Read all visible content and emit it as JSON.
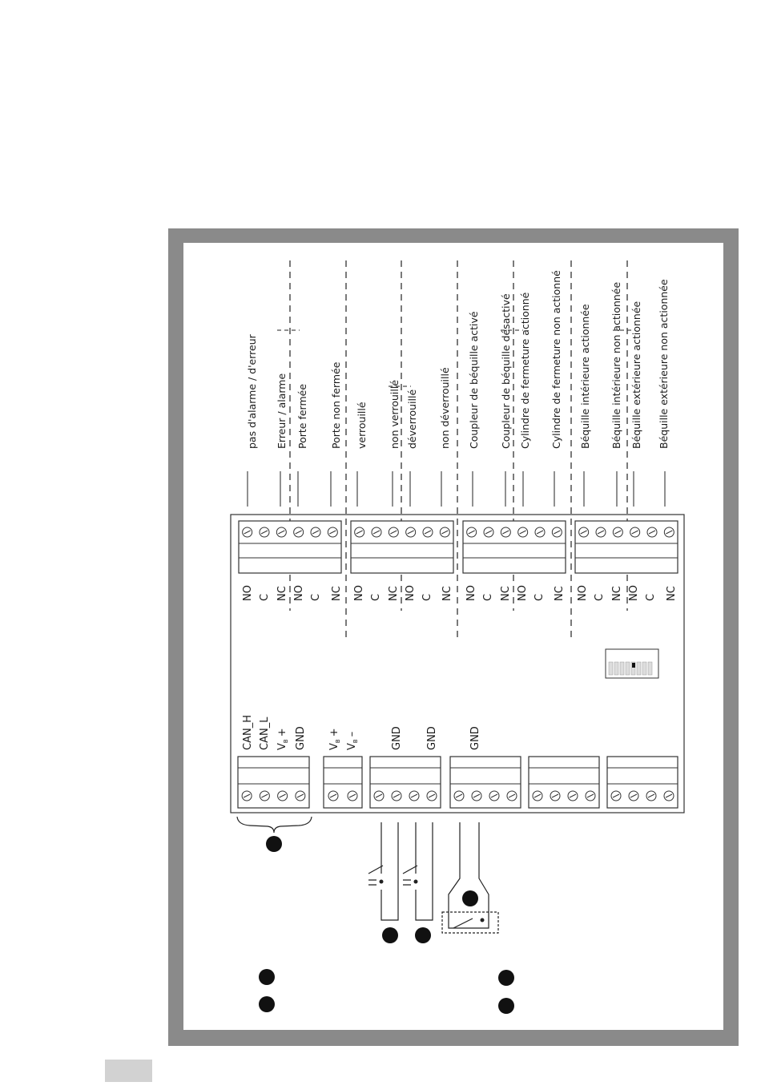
{
  "outputs": {
    "labels": [
      "pas d'alarme / d'erreur",
      "Erreur / alarme",
      "Porte fermée",
      "Porte non fermée",
      "verrouillé",
      "non verrouillé",
      "déverrouillé",
      "non déverrouillé",
      "Coupleur de béquille activé",
      "Coupleur de béquille désactivé",
      "Cylindre de fermeture actionné",
      "Cylindre de fermeture non actionné",
      "Béquille intérieure actionnée",
      "Béquille intérieure non actionnée",
      "Béquille extérieure actionnée",
      "Béquille extérieure non actionnée"
    ],
    "terminals": [
      "NO",
      "C",
      "NC",
      "NO",
      "C",
      "NC",
      "NO",
      "C",
      "NC",
      "NO",
      "C",
      "NC",
      "NO",
      "C",
      "NC",
      "NO",
      "C",
      "NC",
      "NO",
      "C",
      "NC",
      "NO",
      "C",
      "NC"
    ]
  },
  "inputs": {
    "can_h": "CAN_H",
    "can_l": "CAN_L",
    "v_main": "V",
    "v_sub": "B",
    "v_plus_sign": "+",
    "v_minus_sign": "–",
    "gnd": "GND"
  }
}
